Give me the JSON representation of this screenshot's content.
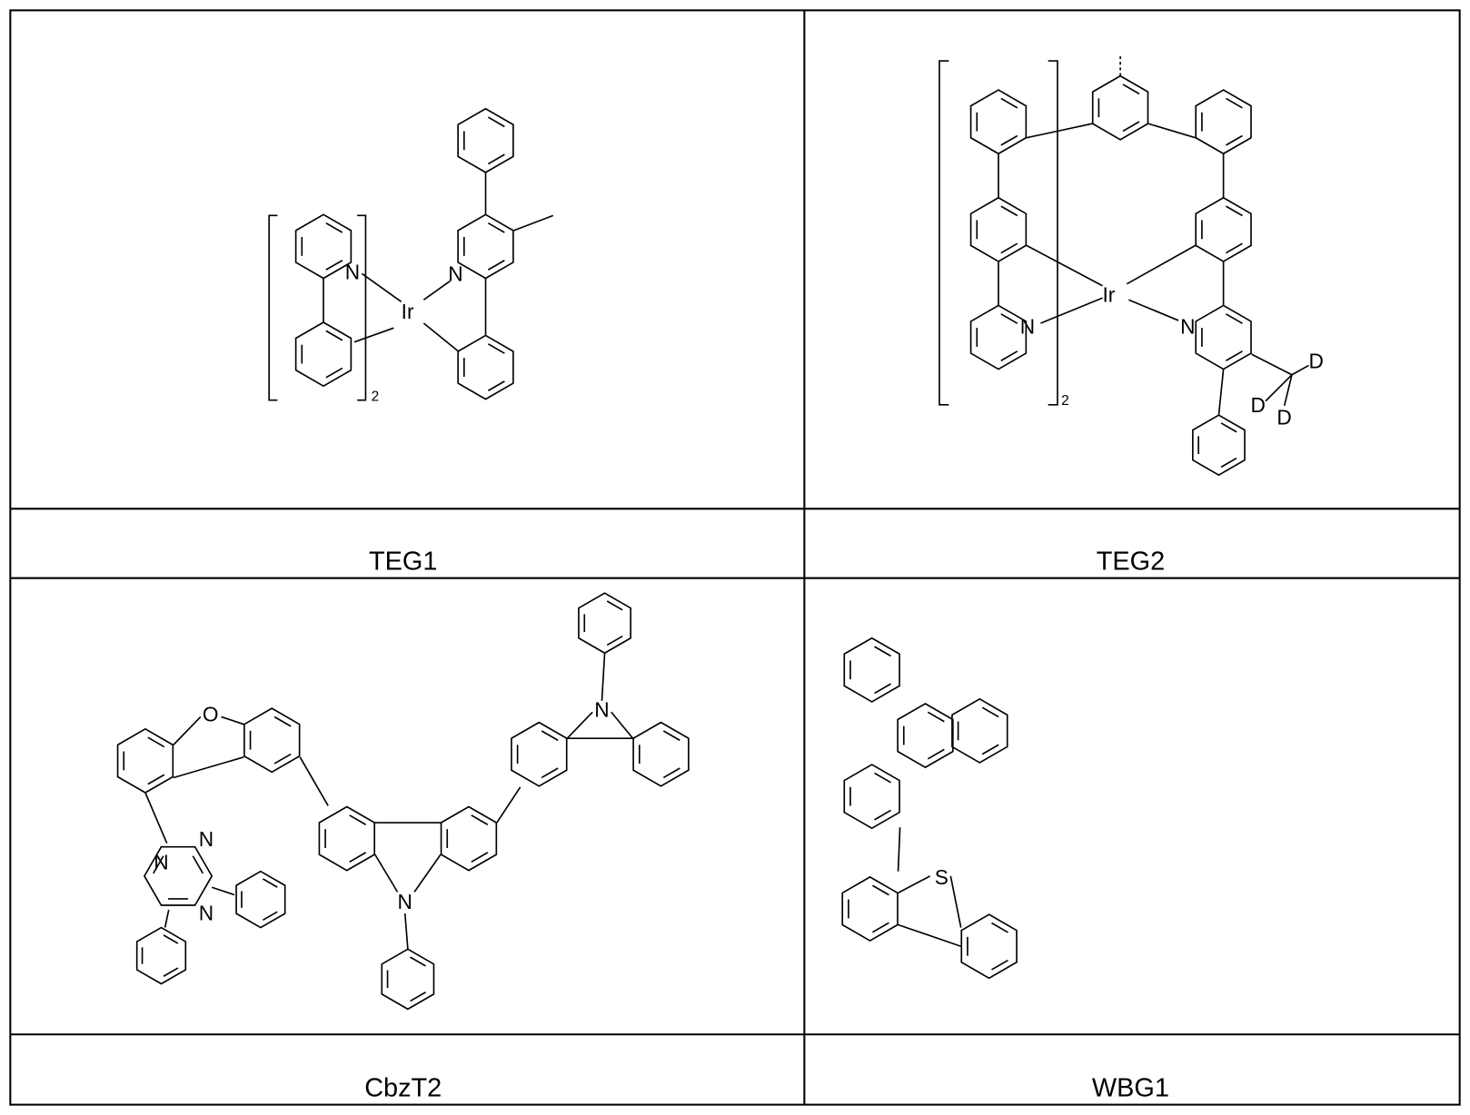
{
  "table": {
    "cells": [
      {
        "name": "TEG1",
        "atoms": [
          "N",
          "N",
          "Ir",
          "2"
        ]
      },
      {
        "name": "TEG2",
        "atoms": [
          "N",
          "N",
          "Ir",
          "2",
          "D",
          "D",
          "D"
        ]
      },
      {
        "name": "CbzT2",
        "atoms": [
          "O",
          "N",
          "N",
          "N",
          "N",
          "N"
        ]
      },
      {
        "name": "WBG1",
        "atoms": [
          "S"
        ]
      }
    ]
  }
}
